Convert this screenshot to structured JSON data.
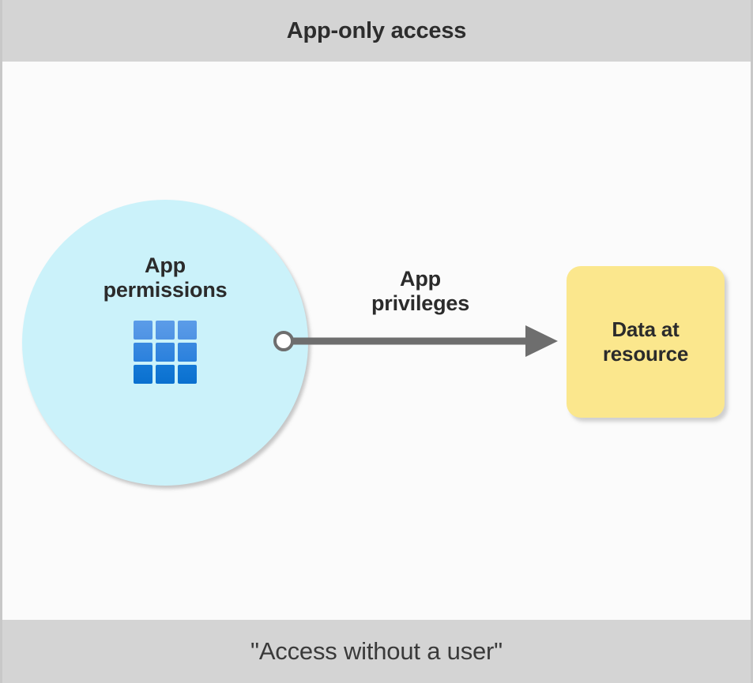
{
  "header": {
    "title": "App-only access"
  },
  "footer": {
    "caption": "\"Access without a user\""
  },
  "diagram": {
    "nodes": {
      "app_permissions": {
        "label": "App\npermissions",
        "icon": "grid-3x3-icon",
        "shape": "circle",
        "fill": "#CBF2FA"
      },
      "resource": {
        "label": "Data at\nresource",
        "shape": "rounded-rect",
        "fill": "#FBE78D"
      }
    },
    "edges": [
      {
        "label": "App\nprivileges",
        "from": "app_permissions",
        "to": "resource",
        "color": "#6E6E6E",
        "endpoint_start": "open-circle",
        "endpoint_end": "arrowhead"
      }
    ],
    "colors": {
      "band": "#D4D4D4",
      "canvas": "#FBFBFB",
      "text": "#2B2B2B",
      "connector": "#6E6E6E",
      "grid_icon_light": "#5B9CE8",
      "grid_icon_mid": "#2B81DD",
      "grid_icon_dark": "#0A70CF"
    }
  }
}
